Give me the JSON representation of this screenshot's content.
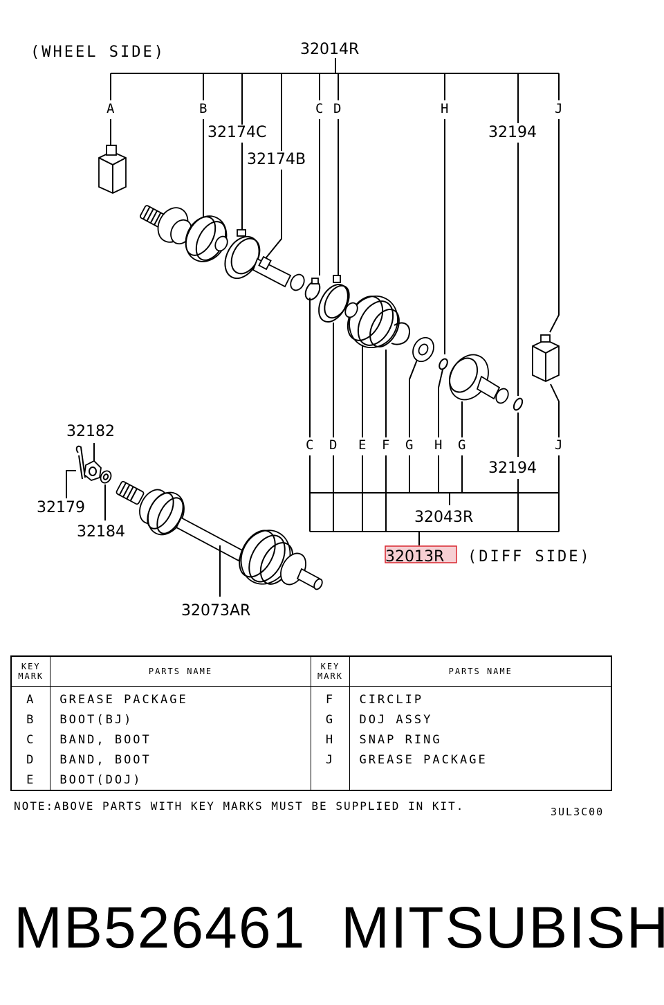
{
  "diagram": {
    "wheel_side": "(WHEEL SIDE)",
    "diff_side": "(DIFF SIDE)",
    "assembly_top": "32014R",
    "assembly_bottom_inner": "32043R",
    "assembly_bottom_outer": "32013R",
    "letters_top": [
      "A",
      "B",
      "C",
      "D",
      "H",
      "J"
    ],
    "letters_bottom": [
      "C",
      "D",
      "E",
      "F",
      "G",
      "H",
      "G",
      "J"
    ],
    "part_numbers": {
      "band_c": "32174C",
      "band_b": "32174B",
      "ring_top": "32194",
      "ring_bottom": "32194",
      "nut": "32182",
      "pin": "32179",
      "washer": "32184",
      "shaft": "32073AR"
    }
  },
  "table": {
    "header_key": [
      "KEY",
      "MARK"
    ],
    "header_name": "PARTS NAME",
    "left": [
      {
        "key": "A",
        "name": "GREASE PACKAGE"
      },
      {
        "key": "B",
        "name": "BOOT(BJ)"
      },
      {
        "key": "C",
        "name": "BAND, BOOT"
      },
      {
        "key": "D",
        "name": "BAND, BOOT"
      },
      {
        "key": "E",
        "name": "BOOT(DOJ)"
      }
    ],
    "right": [
      {
        "key": "F",
        "name": "CIRCLIP"
      },
      {
        "key": "G",
        "name": "DOJ ASSY"
      },
      {
        "key": "H",
        "name": "SNAP RING"
      },
      {
        "key": "J",
        "name": "GREASE PACKAGE"
      },
      {
        "key": "",
        "name": ""
      }
    ]
  },
  "note": "NOTE:ABOVE PARTS WITH KEY MARKS MUST BE SUPPLIED IN KIT.",
  "diagram_code": "3UL3C00",
  "footer": {
    "part_number": "MB526461",
    "brand": "MITSUBISHI"
  },
  "colors": {
    "highlight_fill": "#f6cfd3",
    "highlight_stroke": "#d9262f"
  }
}
